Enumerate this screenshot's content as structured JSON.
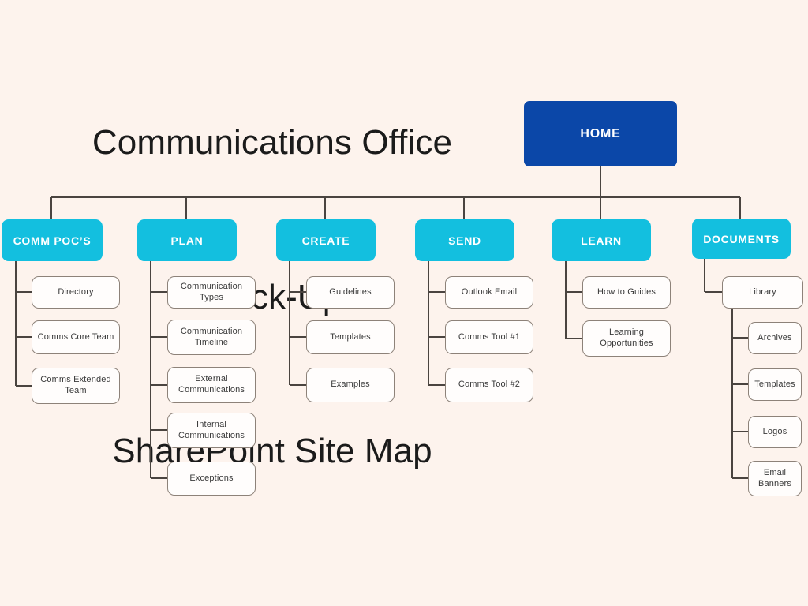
{
  "title": {
    "lines": [
      "Communications Office",
      "Mock-Up",
      "SharePoint Site Map"
    ],
    "line1": "Communications Office",
    "line2": "Mock-Up",
    "line3": "SharePoint Site Map"
  },
  "colors": {
    "background": "#fdf3ed",
    "root_node": "#0b47a8",
    "category_node": "#13bfdf",
    "leaf_fill": "#fffdfc",
    "leaf_border": "#8d8279",
    "connector": "#4a4440",
    "title_text": "#1b1b1b",
    "node_text_light": "#ffffff",
    "leaf_text": "#3a3a3a"
  },
  "root": {
    "label": "HOME"
  },
  "branches": [
    {
      "label": "COMM POC’S",
      "children": [
        {
          "label": "Directory"
        },
        {
          "label": "Comms Core Team"
        },
        {
          "label": "Comms Extended Team",
          "line1": "Comms Extended",
          "line2": "Team"
        }
      ]
    },
    {
      "label": "PLAN",
      "children": [
        {
          "label": "Communication Types"
        },
        {
          "label": "Communication Timeline",
          "line1": "Communication",
          "line2": "Timeline"
        },
        {
          "label": "External Communications",
          "line1": "External",
          "line2": "Communications"
        },
        {
          "label": "Internal Communications",
          "line1": "Internal",
          "line2": "Communications"
        },
        {
          "label": "Exceptions"
        }
      ]
    },
    {
      "label": "CREATE",
      "children": [
        {
          "label": "Guidelines"
        },
        {
          "label": "Templates"
        },
        {
          "label": "Examples"
        }
      ]
    },
    {
      "label": "SEND",
      "children": [
        {
          "label": "Outlook Email"
        },
        {
          "label": "Comms Tool #1"
        },
        {
          "label": "Comms Tool #2"
        }
      ]
    },
    {
      "label": "LEARN",
      "children": [
        {
          "label": "How to Guides"
        },
        {
          "label": "Learning Opportunities",
          "line1": "Learning",
          "line2": "Opportunities"
        }
      ]
    },
    {
      "label": "DOCUMENTS",
      "children": [
        {
          "label": "Library",
          "children": [
            {
              "label": "Archives"
            },
            {
              "label": "Templates"
            },
            {
              "label": "Logos"
            },
            {
              "label": "Email Banners",
              "line1": "Email",
              "line2": "Banners"
            }
          ]
        }
      ]
    }
  ]
}
